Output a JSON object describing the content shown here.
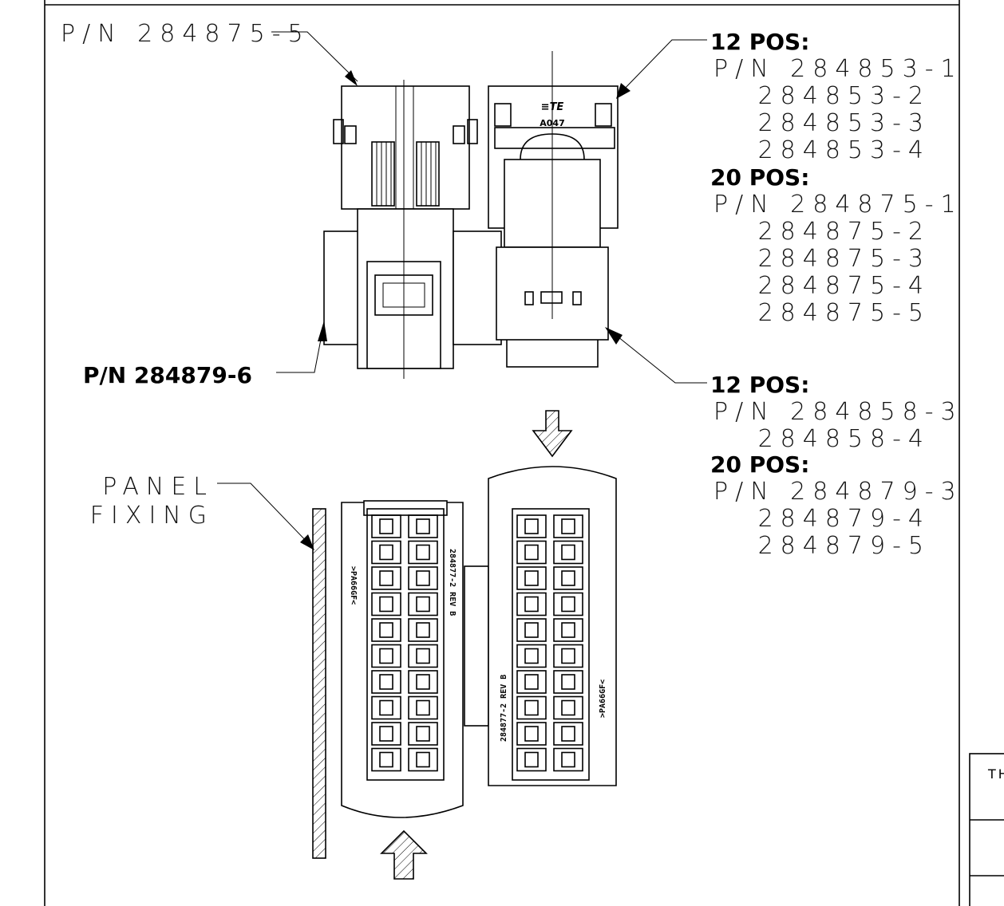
{
  "labels": {
    "top_left_pn": "P/N 284875-5",
    "bottom_left_pn": "P/N 284879-6",
    "panel_line1": "PANEL",
    "panel_line2": "FIXING",
    "right_top": {
      "pos12_header": "12 POS:",
      "pos12_lines": [
        "P/N 284853-1",
        "284853-2",
        "284853-3",
        "284853-4"
      ],
      "pos20_header": "20 POS:",
      "pos20_lines": [
        "P/N 284875-1",
        "284875-2",
        "284875-3",
        "284875-4",
        "284875-5"
      ]
    },
    "right_bottom": {
      "pos12_header": "12 POS:",
      "pos12_lines": [
        "P/N 284858-3",
        "284858-4"
      ],
      "pos20_header": "20 POS:",
      "pos20_lines": [
        "P/N 284879-3",
        "284879-4",
        "284879-5"
      ]
    }
  },
  "part_markings": {
    "logo": "≡TE",
    "cavity_code": "A047",
    "left_part_marking": "284877-2 REV B",
    "left_material": ">PA66GF<",
    "right_part_marking": "284877-2 REV B",
    "right_material": ">PA66GF<"
  },
  "title_block": {
    "partial_text": "TH"
  }
}
